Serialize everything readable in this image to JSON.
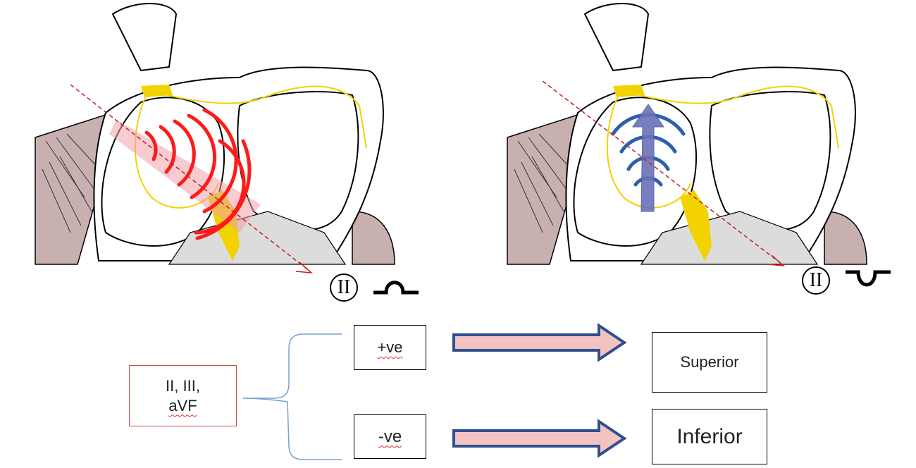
{
  "left_panel": {
    "lead_label": "II",
    "deflection": "positive",
    "wave_color": "#ff1a1a"
  },
  "right_panel": {
    "lead_label": "II",
    "deflection": "negative",
    "wave_color": "#2e5fac",
    "arrow_color": "#6a72b8"
  },
  "flow": {
    "source_line1": "II, III,",
    "source_line2": "aVF",
    "positive_label": "+ve",
    "negative_label": "-ve",
    "positive_result": "Superior",
    "negative_result": "Inferior",
    "arrow_fill": "#f3c3c3",
    "arrow_stroke": "#2f4f8f",
    "brace_color": "#7aa0d4"
  }
}
